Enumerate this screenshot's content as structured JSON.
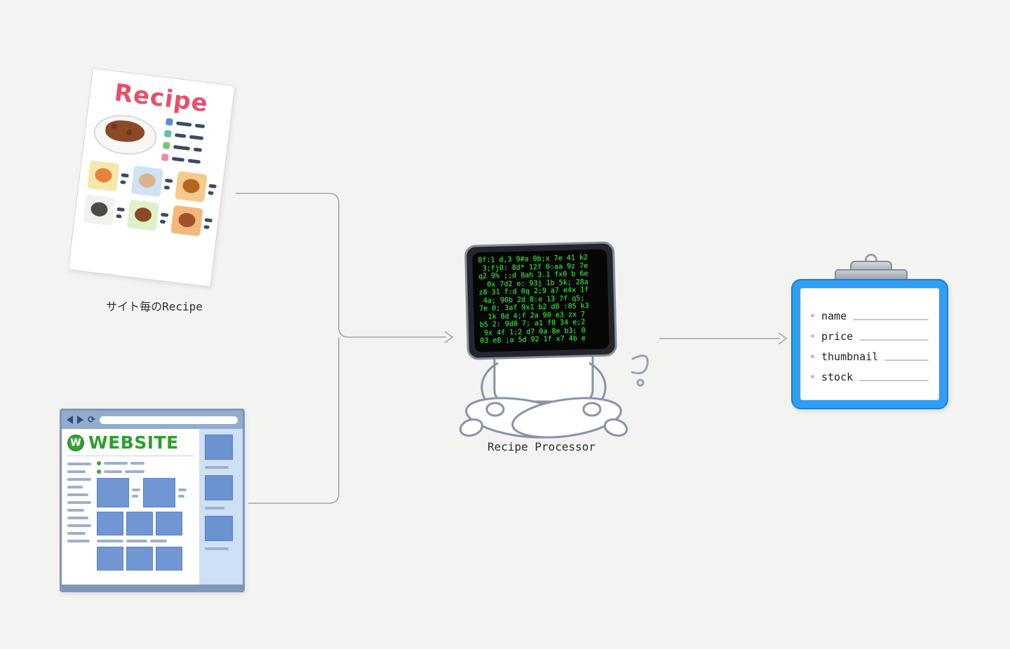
{
  "colors": {
    "background": "#f3f3f1",
    "connector": "#a6a6a6",
    "recipe_title_red": "#e8506a",
    "website_green": "#2f9e2f",
    "clipboard_blue": "#2f9ff5",
    "screen_green": "#35d13a"
  },
  "recipe_card": {
    "title": "Recipe",
    "caption": "サイト毎のRecipe"
  },
  "website": {
    "logo_letter": "W",
    "title": "WEBSITE"
  },
  "processor": {
    "label": "Recipe Processor",
    "screen_lines": [
      "8f:1 d,3 9#a 0b;x 7e 41 k2",
      " 3;fj0: 8d* 12f 0:aa 9z 7e",
      "q2 9% ;;d 8ah 3.1 fx0 b 6e",
      "  0x 7d2 e: 93j 1b 5k; 28a",
      "z8 31 f:d 0q 2;9 a7 e4x 1f",
      " 4a; 90b 2d 8:e 13 7f q5;",
      "7e 0; 3af 9x1 b2 d8 :05 k3",
      "  1k 8d 4;f 2a 90 e3 zx 7",
      "b5 2: 9d0 7; a1 f8 34 e;2",
      " 9x 4f 1;2 d7 0a 8e b3; 0",
      "03 e8 ;a 5d 92 1f x7 4b e"
    ]
  },
  "clipboard": {
    "fields": [
      "name",
      "price",
      "thumbnail",
      "stock"
    ]
  }
}
